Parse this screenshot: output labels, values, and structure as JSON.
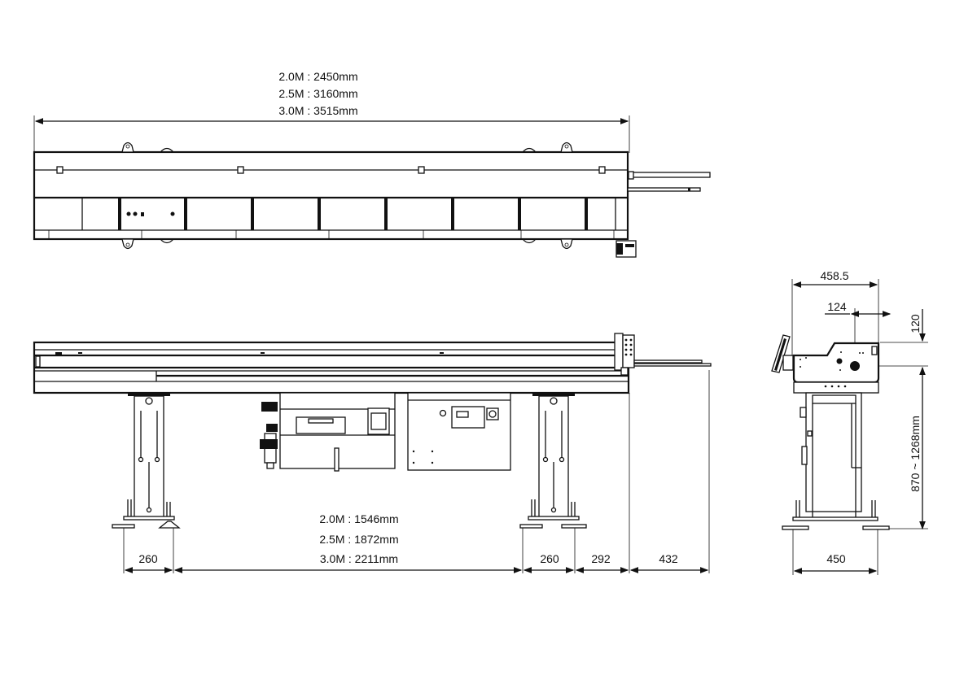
{
  "drawing": {
    "title": "Bar feeder dimensional drawing",
    "line_color": "#111111",
    "background": "#ffffff"
  },
  "top_view": {
    "overall_length_labels": [
      "2.0M : 2450mm",
      "2.5M : 3160mm",
      "3.0M : 3515mm"
    ]
  },
  "front_view": {
    "dimensions": {
      "left_leg_width": "260",
      "leg_span_labels": [
        "2.0M : 1546mm",
        "2.5M : 1872mm",
        "3.0M : 2211mm"
      ],
      "right_leg_width": "260",
      "front_overhang": "292",
      "bar_extension": "432"
    }
  },
  "side_view": {
    "dimensions": {
      "top_width": "458.5",
      "spindle_offset": "124",
      "spindle_to_top": "120",
      "height_range": "870 ~ 1268mm",
      "base_width": "450"
    }
  }
}
